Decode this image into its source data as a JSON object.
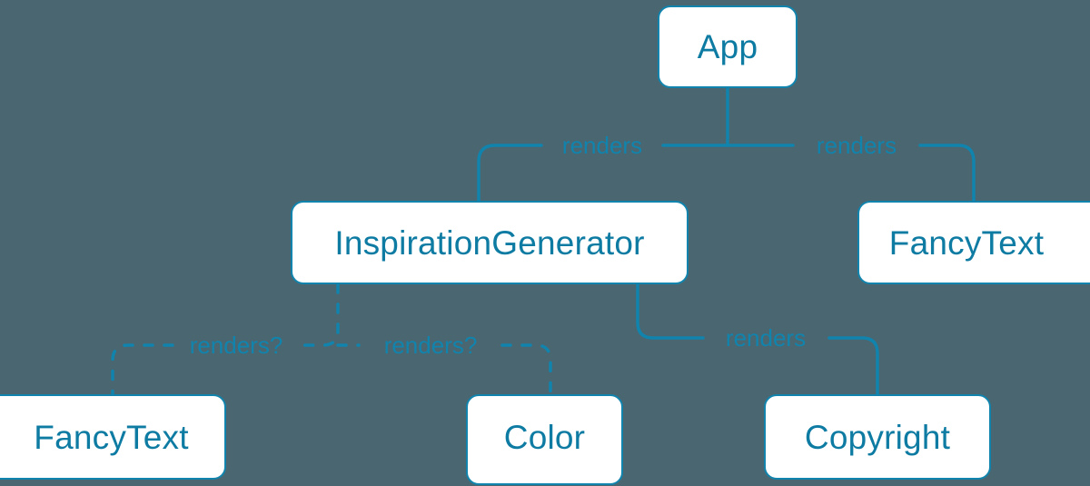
{
  "diagram": {
    "type": "component-tree",
    "background_color": "#4a6671",
    "accent_color": "#1184ad",
    "node_fill_color": "#ffffff",
    "node_text_color": "#0e7ba3",
    "nodes": [
      {
        "id": "app",
        "label": "App"
      },
      {
        "id": "inspiration",
        "label": "InspirationGenerator"
      },
      {
        "id": "fancytext-right",
        "label": "FancyText"
      },
      {
        "id": "fancytext-left",
        "label": "FancyText"
      },
      {
        "id": "color",
        "label": "Color"
      },
      {
        "id": "copyright",
        "label": "Copyright"
      }
    ],
    "edges": [
      {
        "id": "app-inspiration",
        "from": "app",
        "to": "inspiration",
        "label": "renders",
        "style": "solid"
      },
      {
        "id": "app-fancytext-right",
        "from": "app",
        "to": "fancytext-right",
        "label": "renders",
        "style": "solid"
      },
      {
        "id": "inspiration-fancytext-left",
        "from": "inspiration",
        "to": "fancytext-left",
        "label": "renders?",
        "style": "dashed"
      },
      {
        "id": "inspiration-color",
        "from": "inspiration",
        "to": "color",
        "label": "renders?",
        "style": "dashed"
      },
      {
        "id": "inspiration-copyright",
        "from": "inspiration",
        "to": "copyright",
        "label": "renders",
        "style": "solid"
      }
    ]
  }
}
